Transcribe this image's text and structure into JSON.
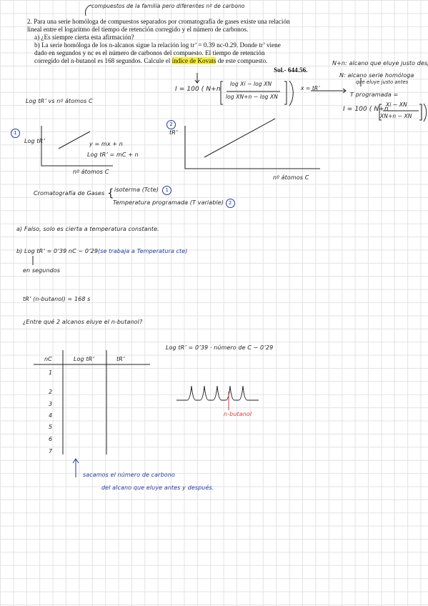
{
  "problem": {
    "line1": "2. Para una serie homóloga de compuestos separados por cromatografía de gases existe una relación",
    "line2": "lineal entre el logaritmo del tiempo de retención corregido y el número de carbonos.",
    "line3": "a) ¿Es siempre cierta esta afirmación?",
    "line4": "b) La serie homóloga de los n-alcanos sigue la relación log tr’ = 0.39 nc-0.29. Donde tr’ viene",
    "line5": "dado en segundos y nc es el número de carbonos del compuesto. El tiempo de retención",
    "line6_pre": "corregido del n-butanol es 168 segundos. Calcule el ",
    "line6_hl": "índice de Kovats",
    "line6_post": " de este compuesto.",
    "solution": "Sol.- 644.56."
  },
  "notes": {
    "top_note": "compuestos de la familia pero diferentes nº de carbono",
    "right_n1": "N+n: alcano que eluye justo después",
    "right_n2": "N: alcano serie homóloga",
    "right_n3": "que eluye justo antes",
    "right_tprog": "T programada =",
    "right_formula_prefix": "I = 100",
    "right_formula_n": "N+n",
    "right_formula_num": "Xi − XN",
    "right_formula_den": "XN+n − XN",
    "kovats_prefix": "I = 100",
    "kovats_n": "N+n",
    "kovats_num": "log Xi − log XN",
    "kovats_den": "log XN+n − log XN",
    "kovats_x": "x = tR’",
    "axis_title": "Log tR’ vs nº átomos C",
    "g1_num": "1",
    "g1_ylabel": "Log tR’",
    "g1_eq1": "y = mx + n",
    "g1_eq2": "Log tR’ = mC + n",
    "g1_xlabel": "nº átomos C",
    "g2_num": "2",
    "g2_ylabel": "tR’",
    "g2_xlabel": "nº átomos C",
    "crom_label": "Cromatografía de Gases",
    "crom_iso": "isoterma (Tcte)",
    "crom_iso_num": "1",
    "crom_prog": "Temperatura programada (T variable)",
    "crom_prog_num": "2",
    "ans_a": "a) Falso, solo es cierta a temperatura constante.",
    "ans_b": "b) Log tR’ = 0’39 nC − 0’29",
    "ans_b_note": "(se trabaja a Temperatura cte)",
    "ans_b_sub": "en segundos",
    "tr_butanol": "tR’ (n-butanol) = 168 s",
    "question": "¿Entre qué 2 alcanos eluye el n-butanol?",
    "rel_note": "Log tR’ = 0’39 · número de C − 0’29",
    "table_h1": "nC",
    "table_h2": "Log tR’",
    "table_h3": "tR’",
    "table_rows": [
      "1",
      "2",
      "3",
      "4",
      "5",
      "6",
      "7"
    ],
    "peak_label": "n-butanol",
    "footer1": "sacamos el número de carbono",
    "footer2": "del alcano que eluye antes y después."
  }
}
